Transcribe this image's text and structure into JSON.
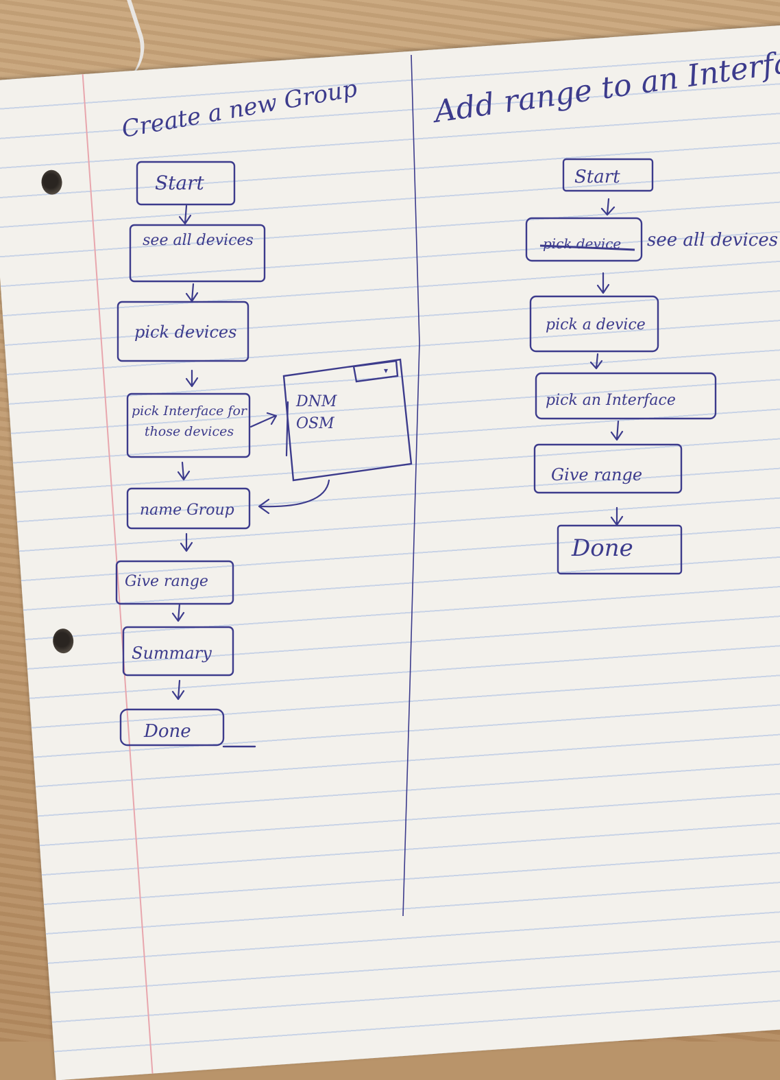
{
  "left_flow": {
    "title": "Create a new Group",
    "steps": [
      "Start",
      "see all devices",
      "pick devices",
      "pick Interface for those devices",
      "name Group",
      "Give range",
      "Summary",
      "Done"
    ],
    "popup_rows": [
      "DNM",
      "OSM"
    ]
  },
  "right_flow": {
    "title": "Add range to an Interface",
    "crossed_out": "pick device",
    "steps": [
      "Start",
      "see all devices",
      "pick a device",
      "pick an Interface",
      "Give range",
      "Done"
    ]
  },
  "ink_color": "#3c3b8c"
}
